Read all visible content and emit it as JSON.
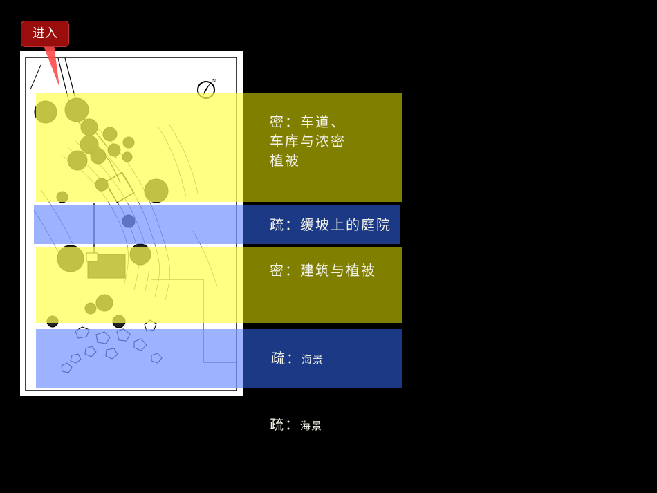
{
  "entry_label": "进入",
  "compass_letter": "N",
  "bands": [
    {
      "kind": "dense",
      "text": "密：车道、\n车库与浓密\n植被"
    },
    {
      "kind": "sparse",
      "text": "疏：缓坡上的庭院"
    },
    {
      "kind": "dense",
      "text": "密：建筑与植被"
    },
    {
      "kind": "sparse",
      "label": "疏：",
      "sub": "海景"
    }
  ],
  "footer": {
    "label": "疏：",
    "sub": "海景"
  },
  "colors": {
    "background": "#000000",
    "dense_overlay": "#ffff50",
    "sparse_overlay": "#7896ff",
    "dense_panel": "#817f00",
    "sparse_panel": "#1b3984",
    "callout": "#9a0d0d"
  }
}
